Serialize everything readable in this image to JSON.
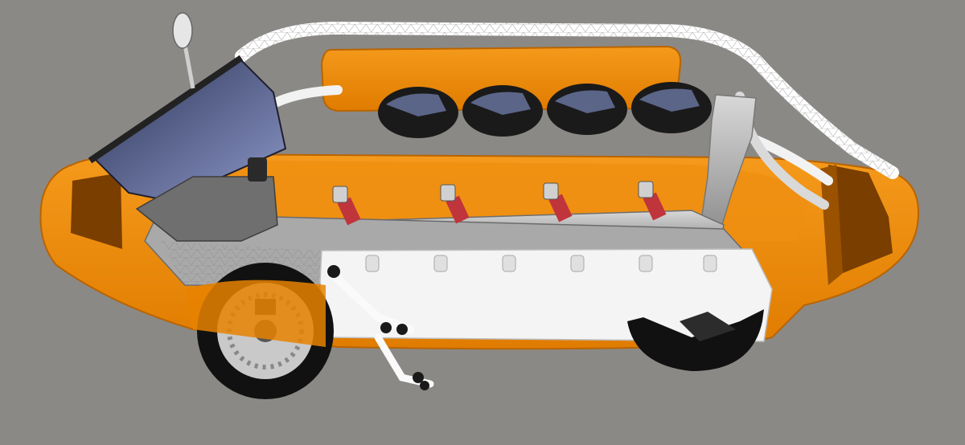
{
  "scene": {
    "subject": "3d-model-render",
    "colors": {
      "background": "#8b8986",
      "body_orange": "#f08a00",
      "body_orange_dark": "#c76a00",
      "side_panel_brown": "#7a3e00",
      "frame_white": "#ffffff",
      "frame_grey": "#bdbdbd",
      "seat_grey": "#9e9e9e",
      "tire_black": "#111111",
      "windshield_blue": "#5a6aa0",
      "strap_red": "#c0343c"
    },
    "seat_count": 4,
    "helmet_count": 4,
    "wheel_count": 2
  }
}
